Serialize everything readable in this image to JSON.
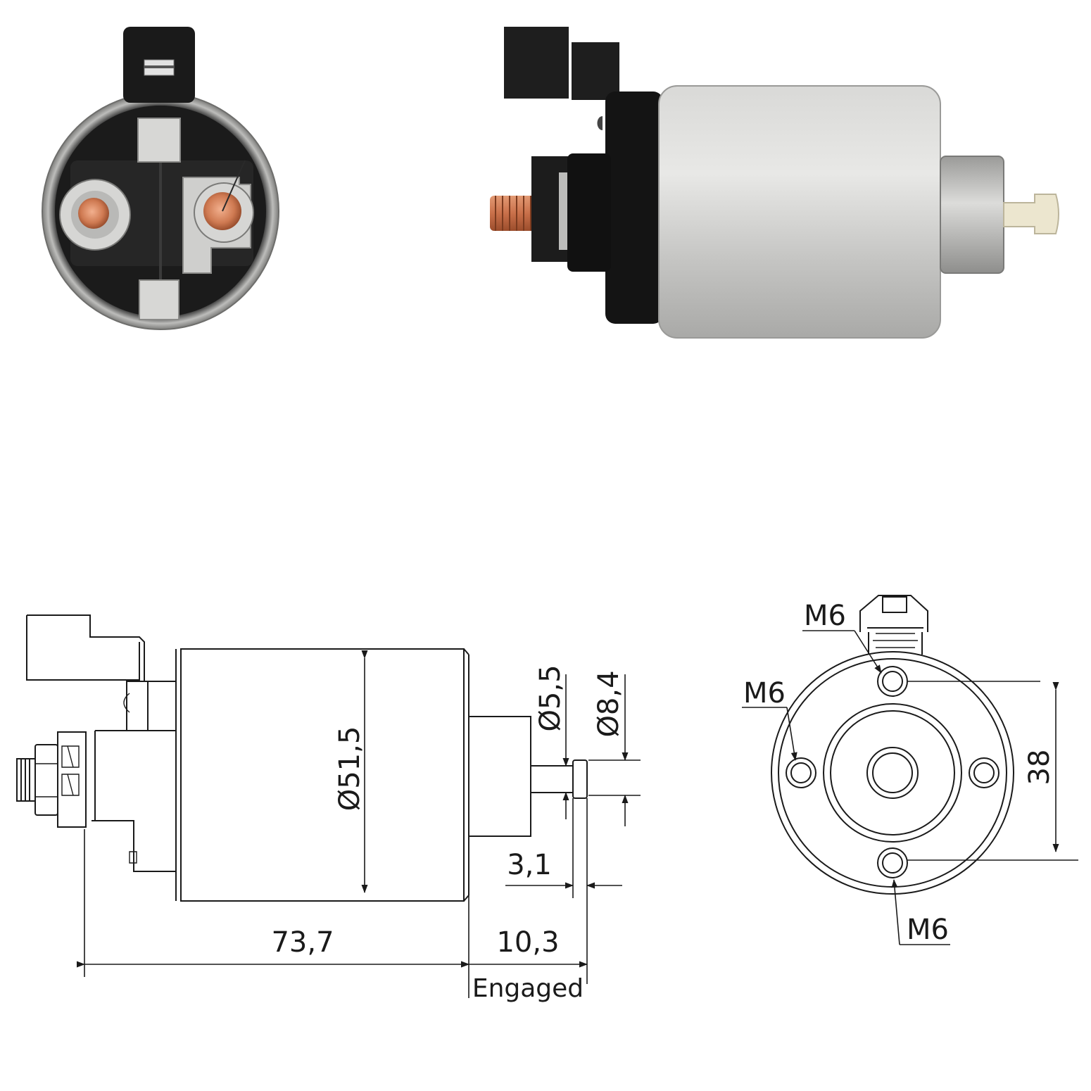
{
  "dimensions": {
    "body_diameter": "Ø51,5",
    "plunger_diameter_small": "Ø5,5",
    "plunger_diameter_large": "Ø8,4",
    "tip_length": "3,1",
    "body_length": "73,7",
    "plunger_stroke": "10,3",
    "stroke_state": "Engaged",
    "mounting_hole_spacing": "38"
  },
  "mounting_holes": {
    "top": "M6",
    "left": "M6",
    "bottom": "M6"
  },
  "colors": {
    "line": "#1a1a1a",
    "housing_silver": "#c9c9c7",
    "cap_black": "#161616",
    "copper": "#c9704a",
    "plunger_tip": "#ece6cf"
  }
}
